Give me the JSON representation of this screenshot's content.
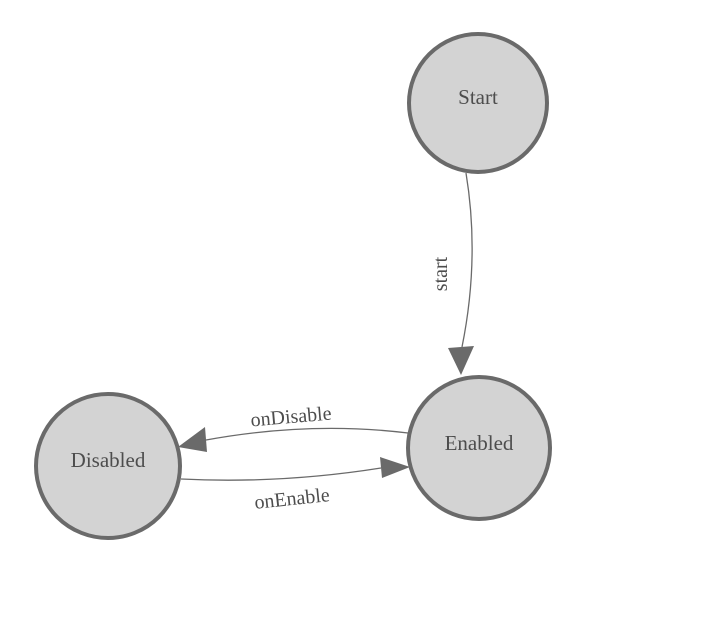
{
  "diagram": {
    "type": "state-machine",
    "nodes": [
      {
        "id": "start",
        "label": "Start"
      },
      {
        "id": "enabled",
        "label": "Enabled"
      },
      {
        "id": "disabled",
        "label": "Disabled"
      }
    ],
    "edges": [
      {
        "from": "Start",
        "to": "Enabled",
        "label": "start"
      },
      {
        "from": "Enabled",
        "to": "Disabled",
        "label": "onDisable"
      },
      {
        "from": "Disabled",
        "to": "Enabled",
        "label": "onEnable"
      }
    ],
    "colors": {
      "background": "#ffffff",
      "node_fill": "#d3d3d3",
      "node_stroke": "#6a6a6a",
      "edge_stroke": "#6a6a6a",
      "arrow_fill": "#6a6a6a",
      "label_text": "#4d4d4d"
    }
  }
}
